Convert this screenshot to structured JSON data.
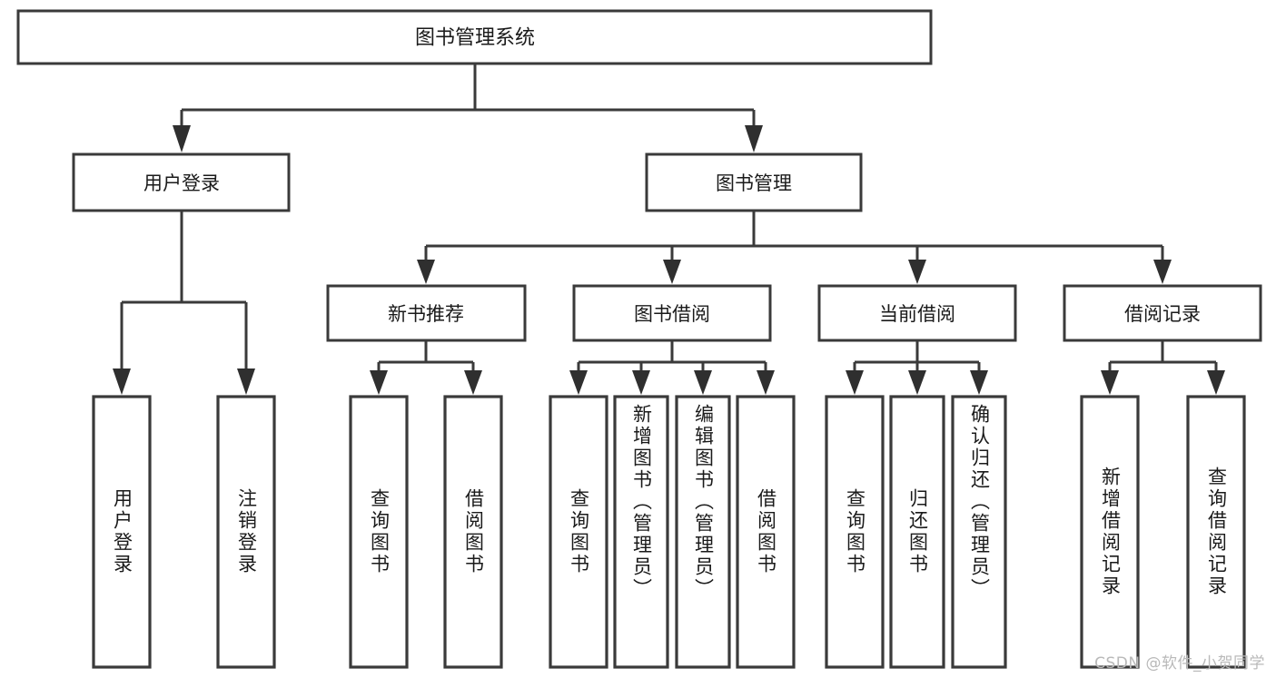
{
  "diagram": {
    "kind": "tree-hierarchy-chart",
    "title": "图书管理系统",
    "background_color": "#ffffff",
    "line_color": "#3a3a3a",
    "text_color": "#1a1a1a",
    "root": {
      "id": "root",
      "label": "图书管理系统"
    },
    "level1": [
      {
        "id": "user-login",
        "label": "用户登录"
      },
      {
        "id": "book-manage",
        "label": "图书管理"
      }
    ],
    "level2": [
      {
        "id": "new-book-rec",
        "label": "新书推荐",
        "parent": "book-manage"
      },
      {
        "id": "book-borrow",
        "label": "图书借阅",
        "parent": "book-manage"
      },
      {
        "id": "current-borrow",
        "label": "当前借阅",
        "parent": "book-manage"
      },
      {
        "id": "borrow-record",
        "label": "借阅记录",
        "parent": "book-manage"
      }
    ],
    "leaves": {
      "user_login": [
        {
          "id": "leaf-user-login",
          "label": "用户登录"
        },
        {
          "id": "leaf-user-logout",
          "label": "注销登录"
        }
      ],
      "new_book_rec": [
        {
          "id": "leaf-query-book-1",
          "label": "查询图书"
        },
        {
          "id": "leaf-borrow-book-1",
          "label": "借阅图书"
        }
      ],
      "book_borrow": [
        {
          "id": "leaf-query-book-2",
          "label": "查询图书"
        },
        {
          "id": "leaf-add-book",
          "label": "新增图书（管理员）"
        },
        {
          "id": "leaf-edit-book",
          "label": "编辑图书（管理员）"
        },
        {
          "id": "leaf-borrow-book-2",
          "label": "借阅图书"
        }
      ],
      "current_borrow": [
        {
          "id": "leaf-query-book-3",
          "label": "查询图书"
        },
        {
          "id": "leaf-return-book",
          "label": "归还图书"
        },
        {
          "id": "leaf-confirm-return",
          "label": "确认归还（管理员）"
        }
      ],
      "borrow_record": [
        {
          "id": "leaf-add-record",
          "label": "新增借阅记录"
        },
        {
          "id": "leaf-query-record",
          "label": "查询借阅记录"
        }
      ]
    }
  },
  "watermark": {
    "text": "CSDN @软件_小贺同学"
  }
}
